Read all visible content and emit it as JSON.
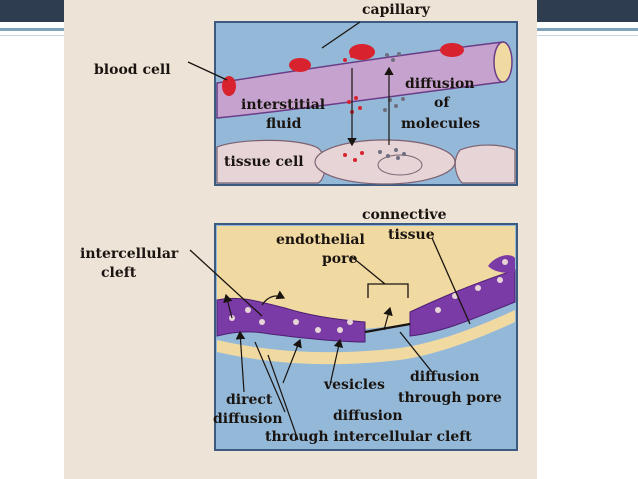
{
  "labels": {
    "capillary": "capillary",
    "blood_cell": "blood cell",
    "interstitial_fluid_1": "interstitial",
    "interstitial_fluid_2": "fluid",
    "diffusion_of_molecules_1": "diffusion",
    "diffusion_of_molecules_2": "of",
    "diffusion_of_molecules_3": "molecules",
    "tissue_cell": "tissue cell",
    "connective_tissue_1": "connective",
    "connective_tissue_2": "tissue",
    "endothelial_pore_1": "endothelial",
    "endothelial_pore_2": "pore",
    "intercellular_cleft_1": "intercellular",
    "intercellular_cleft_2": "cleft",
    "direct_diffusion_1": "direct",
    "direct_diffusion_2": "diffusion",
    "vesicles": "vesicles",
    "vesicle_diffusion": "diffusion",
    "through_cleft": "through intercellular cleft",
    "diffusion_through_pore_1": "diffusion",
    "diffusion_through_pore_2": "through pore"
  },
  "colors": {
    "slide_bar": "#2e3d4f",
    "figure_background": "#ede3d6",
    "panel_blue": "#93b8d8",
    "capillary_purple": "#c6a3cf",
    "tissue_cell_pink": "#e6d4d7",
    "red_cell": "#d8232e",
    "endothelium_purple": "#7b3ba6",
    "connective_tan": "#f1d9a2"
  }
}
